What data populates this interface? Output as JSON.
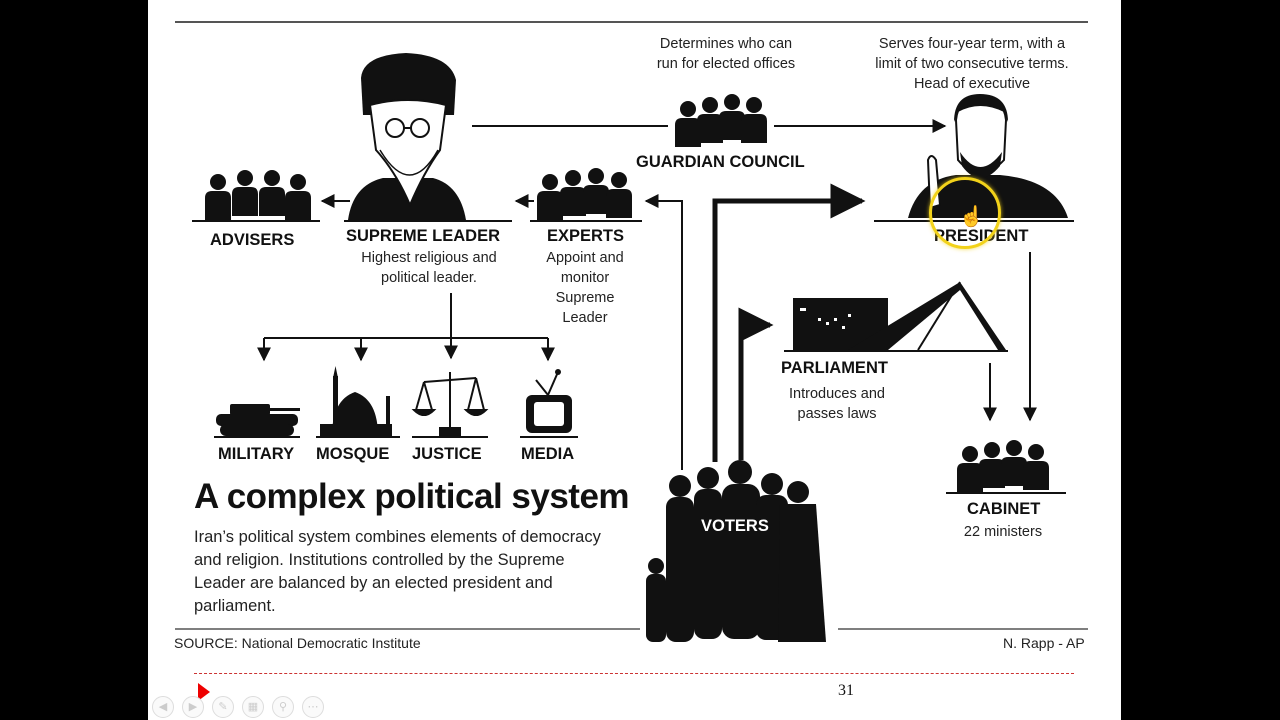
{
  "title": "A complex political system",
  "summary": "Iran’s political system combines elements of democracy and religion. Institutions controlled by the Supreme Leader are balanced by an elected president and parliament.",
  "source": "SOURCE: National Democratic Institute",
  "credit": "N. Rapp - AP",
  "page_number": "31",
  "nodes": {
    "advisers": {
      "label": "ADVISERS"
    },
    "supreme_leader": {
      "label": "SUPREME LEADER",
      "desc": [
        "Highest religious and",
        "political leader."
      ]
    },
    "experts": {
      "label": "EXPERTS",
      "desc": [
        "Appoint and",
        "monitor",
        "Supreme",
        "Leader"
      ]
    },
    "guardian_council": {
      "label": "GUARDIAN COUNCIL",
      "desc": [
        "Determines who can",
        "run for elected offices"
      ]
    },
    "president": {
      "label": "PRESIDENT",
      "desc": [
        "Serves four-year term, with a",
        "limit of two consecutive terms.",
        "Head of executive"
      ]
    },
    "parliament": {
      "label": "PARLIAMENT",
      "desc": [
        "Introduces and",
        "passes laws"
      ]
    },
    "cabinet": {
      "label": "CABINET",
      "desc": [
        "22 ministers"
      ]
    },
    "military": {
      "label": "MILITARY"
    },
    "mosque": {
      "label": "MOSQUE"
    },
    "justice": {
      "label": "JUSTICE"
    },
    "media": {
      "label": "MEDIA"
    },
    "voters": {
      "label": "VOTERS"
    }
  },
  "toolbar_icons": [
    "back-icon",
    "forward-icon",
    "pen-icon",
    "slides-icon",
    "zoom-icon",
    "more-icon"
  ],
  "colors": {
    "ink": "#111111",
    "cursor_highlight": "#f2d21a",
    "play_marker": "#e00000",
    "footer_rule": "#cc3333"
  }
}
